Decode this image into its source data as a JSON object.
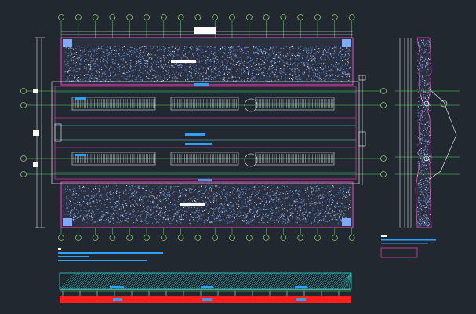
{
  "drawing": {
    "colors": {
      "background": "#212830",
      "gridline": "#56e05a",
      "grid_bubble": "#b8ff7a",
      "dimension": "#ffffff",
      "outline": "#ff3fbf",
      "hatch_fill": "#2ad4d4",
      "red_band": "#ff1f1f",
      "blue_label": "#2ea0ff",
      "speckle_dark": "#2b3140",
      "speckle_light": "#7fa8ff",
      "platform_line": "#6fd7ff"
    },
    "views": {
      "plan": {
        "name": "floor-plan-view"
      },
      "section": {
        "name": "cross-section-view"
      },
      "elevation": {
        "name": "elevation-view"
      },
      "legend": {
        "name": "legend-block"
      }
    }
  }
}
